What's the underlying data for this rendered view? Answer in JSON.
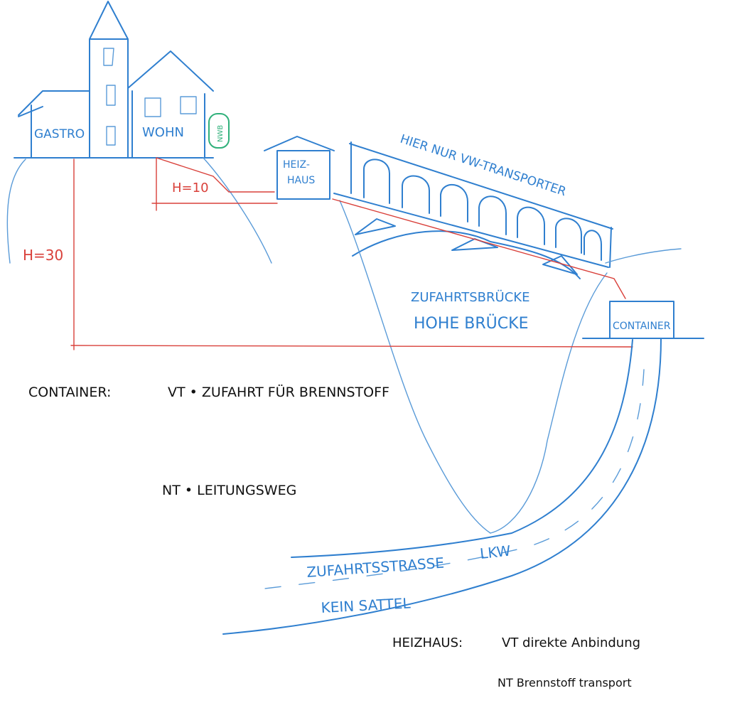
{
  "colors": {
    "ink_blue": "#2f7fcf",
    "ink_red": "#d9403a",
    "ink_green": "#2fb07a",
    "ink_black": "#111111"
  },
  "buildings": {
    "gastro": "GASTRO",
    "wohn": "WOHN",
    "nwb": "NWB",
    "heizhaus_line1": "HEIZ-",
    "heizhaus_line2": "HAUS",
    "container": "CONTAINER"
  },
  "dimensions": {
    "h10": "H=10",
    "h30": "H=30"
  },
  "bridge": {
    "transporter_note": "HIER NUR VW-TRANSPORTER",
    "zufahrtsbruecke": "ZUFAHRTSBRÜCKE",
    "hohe_bruecke": "HOHE BRÜCKE"
  },
  "road": {
    "zufahrtsstrasse": "ZUFAHRTSSTRASSE",
    "lkw": "LKW",
    "kein_sattel": "KEIN SATTEL"
  },
  "notes": {
    "container_heading": "CONTAINER:",
    "container_vt": "VT • ZUFAHRT FÜR BRENNSTOFF",
    "container_nt": "NT • LEITUNGSWEG",
    "heizhaus_heading": "HEIZHAUS:",
    "heizhaus_vt": "VT   direkte Anbindung",
    "heizhaus_nt": "NT   Brennstoff transport"
  }
}
